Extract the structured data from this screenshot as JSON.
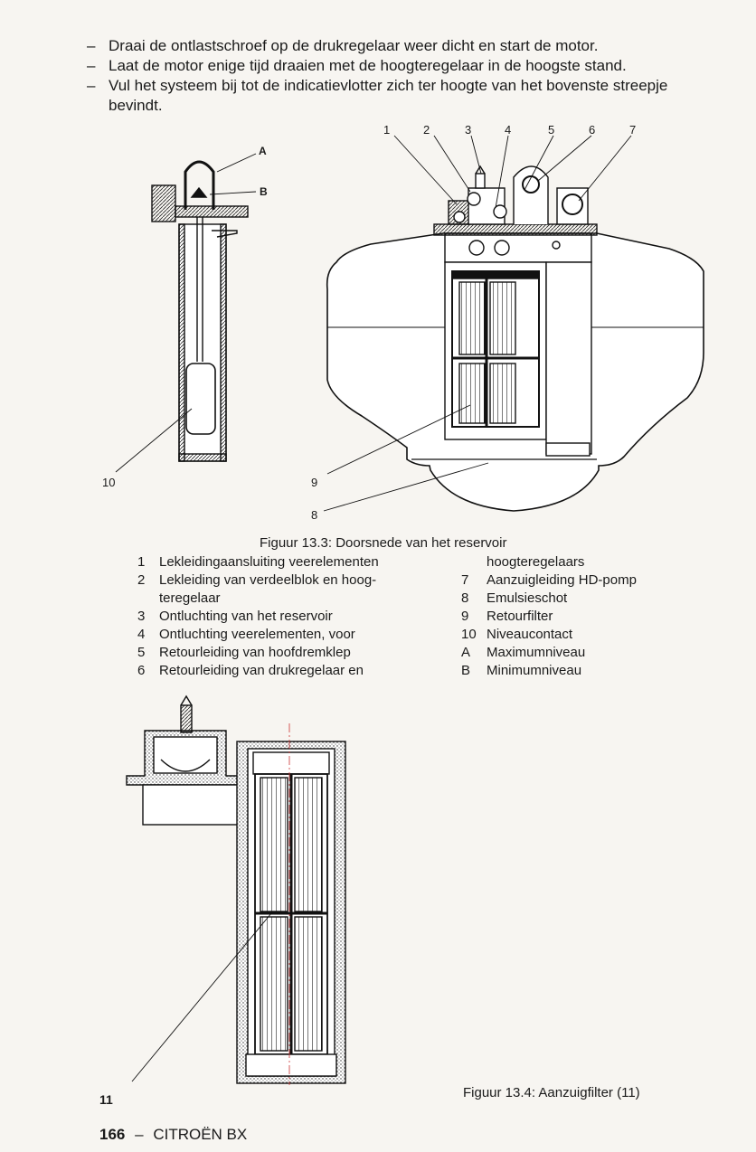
{
  "intro_bullets": [
    {
      "dash": "–",
      "text": "Draai de ontlastschroef op de drukregelaar weer dicht en start de motor."
    },
    {
      "dash": "–",
      "text": "Laat de motor enige tijd draaien met de hoogteregelaar in de hoogste stand."
    },
    {
      "dash": "–",
      "text": "Vul het systeem bij tot de indicatievlotter zich ter hoogte van het bovenste streepje bevindt."
    }
  ],
  "figure_13_3": {
    "caption": "Figuur 13.3: Doorsnede van het reservoir",
    "callouts": {
      "n1": "1",
      "n2": "2",
      "n3": "3",
      "n4": "4",
      "n5": "5",
      "n6": "6",
      "n7": "7",
      "n8": "8",
      "n9": "9",
      "n10": "10",
      "A": "A",
      "B": "B"
    },
    "legend_left": [
      {
        "num": "1",
        "text": "Lekleidingaansluiting veerelementen"
      },
      {
        "num": "2",
        "text": "Lekleiding van verdeelblok en hoog-"
      },
      {
        "num": "",
        "text": "teregelaar"
      },
      {
        "num": "3",
        "text": "Ontluchting van het reservoir"
      },
      {
        "num": "4",
        "text": "Ontluchting veerelementen, voor"
      },
      {
        "num": "5",
        "text": "Retourleiding van hoofdremklep"
      },
      {
        "num": "6",
        "text": "Retourleiding van drukregelaar en"
      }
    ],
    "legend_right": [
      {
        "num": "",
        "text": "hoogteregelaars"
      },
      {
        "num": "7",
        "text": "Aanzuigleiding HD-pomp"
      },
      {
        "num": "8",
        "text": "Emulsieschot"
      },
      {
        "num": "9",
        "text": "Retourfilter"
      },
      {
        "num": "10",
        "text": "Niveaucontact"
      },
      {
        "num": "A",
        "text": "Maximumniveau"
      },
      {
        "num": "B",
        "text": "Minimumniveau"
      }
    ]
  },
  "figure_13_4": {
    "caption": "Figuur 13.4: Aanzuigfilter (11)",
    "callout_11": "11"
  },
  "footer": {
    "page_number": "166",
    "separator": "–",
    "title": "CITROËN BX"
  }
}
